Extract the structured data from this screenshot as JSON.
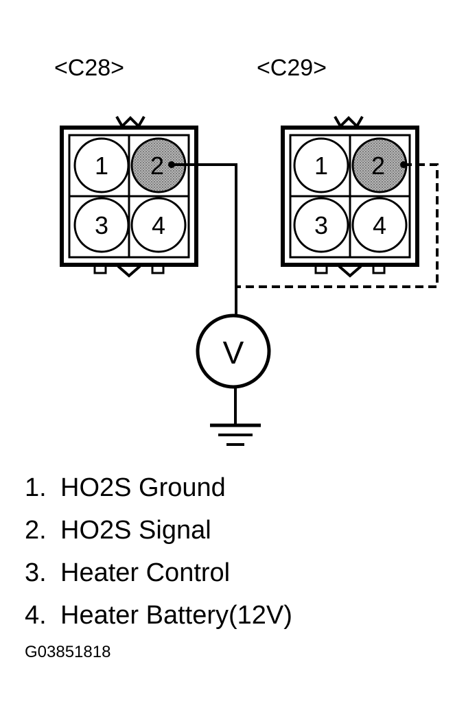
{
  "connectors": [
    {
      "id": "c28",
      "label": "<C28>",
      "pins": [
        "1",
        "2",
        "3",
        "4"
      ],
      "highlighted_pin": "2"
    },
    {
      "id": "c29",
      "label": "<C29>",
      "pins": [
        "1",
        "2",
        "3",
        "4"
      ],
      "highlighted_pin": "2"
    }
  ],
  "meter": {
    "symbol": "V"
  },
  "legend": [
    {
      "num": "1.",
      "text": "HO2S Ground"
    },
    {
      "num": "2.",
      "text": "HO2S Signal"
    },
    {
      "num": "3.",
      "text": "Heater Control"
    },
    {
      "num": "4.",
      "text": "Heater Battery(12V)"
    }
  ],
  "figure_code": "G03851818",
  "colors": {
    "ink": "#000000",
    "highlight_fill": "#9a9a9a",
    "background": "#ffffff"
  }
}
